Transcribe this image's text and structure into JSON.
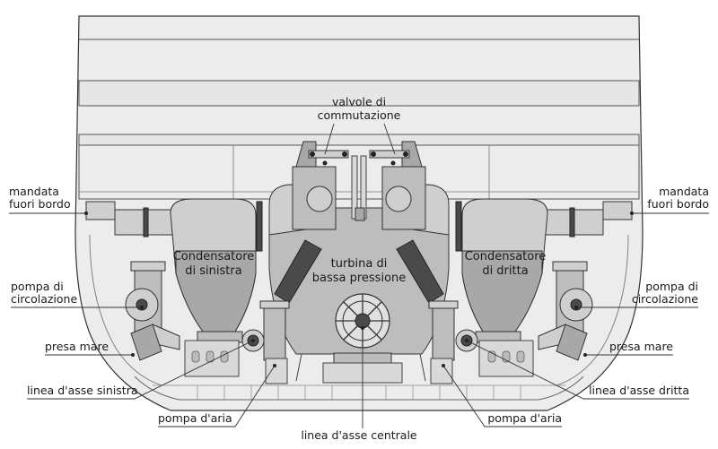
{
  "labels": {
    "valvole": [
      "valvole di",
      "commutazione"
    ],
    "mandata_left": [
      "mandata",
      "fuori bordo"
    ],
    "mandata_right": [
      "mandata",
      "fuori bordo"
    ],
    "pompa_circ_left": [
      "pompa di",
      "circolazione"
    ],
    "pompa_circ_right": [
      "pompa di",
      "circolazione"
    ],
    "presa_left": "presa mare",
    "presa_right": "presa mare",
    "linea_sinistra": "linea d'asse sinistra",
    "linea_dritta": "linea d'asse dritta",
    "pompa_aria_left": "pompa d'aria",
    "pompa_aria_right": "pompa d'aria",
    "linea_centrale": "linea d'asse centrale",
    "condensatore_sinistra": [
      "Condensatore",
      "di sinistra"
    ],
    "condensatore_dritta": [
      "Condensatore",
      "di dritta"
    ],
    "turbina": [
      "turbina di",
      "bassa pressione"
    ]
  }
}
